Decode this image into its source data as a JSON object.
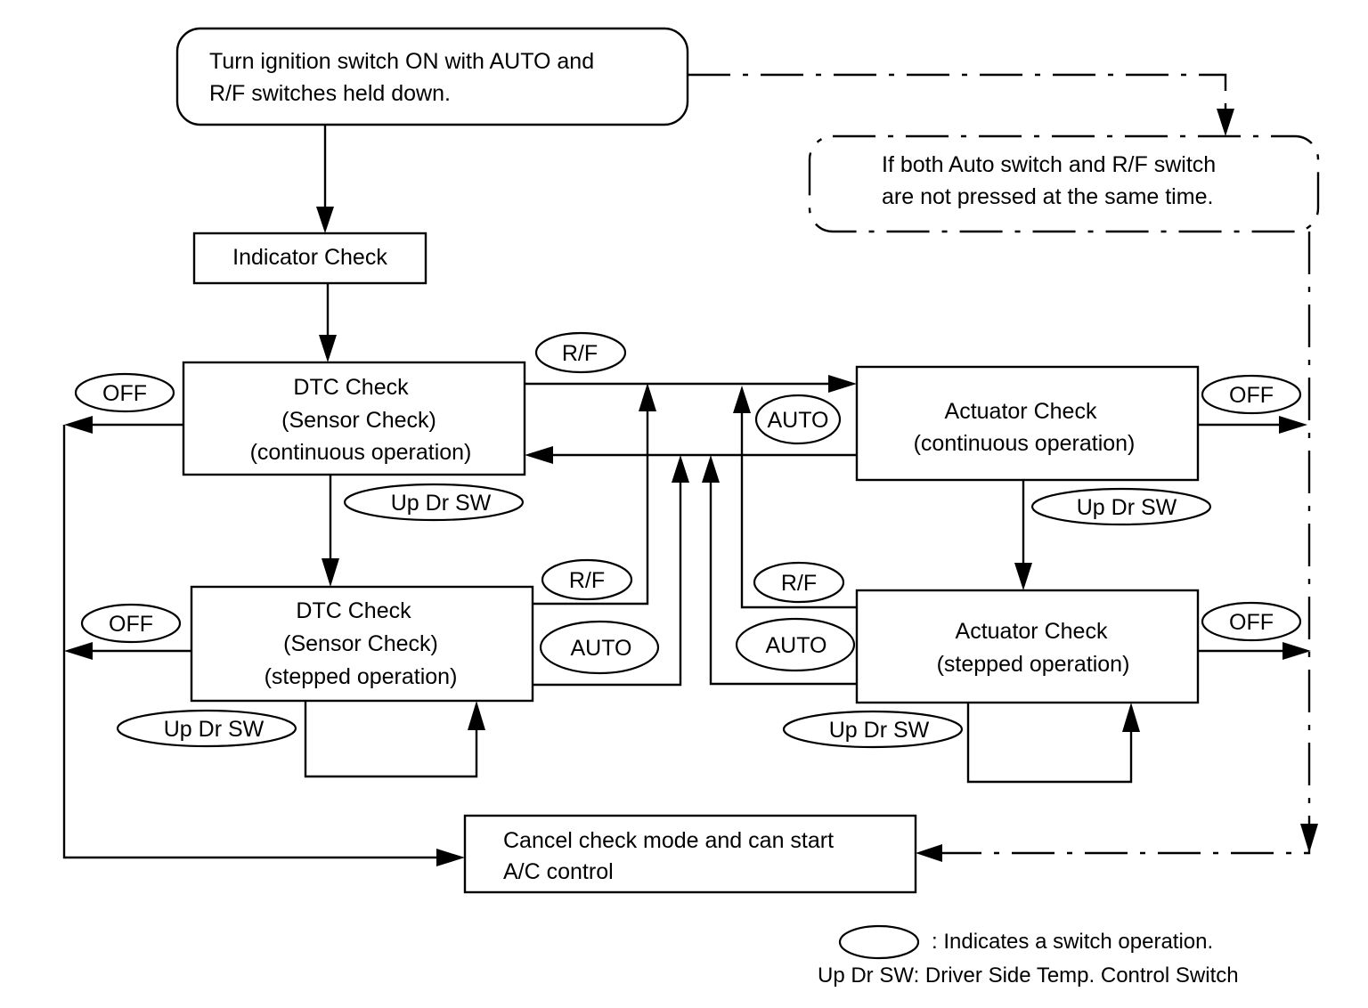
{
  "diagram": {
    "title_box": {
      "lines": [
        "Turn ignition switch ON with AUTO and",
        "R/F switches held down."
      ]
    },
    "alt_box": {
      "lines": [
        "If both Auto switch and R/F switch",
        "are not pressed at the same time."
      ]
    },
    "indicator_check": {
      "label": "Indicator Check"
    },
    "dtc_continuous": {
      "lines": [
        "DTC Check",
        "(Sensor Check)",
        "(continuous operation)"
      ]
    },
    "dtc_stepped": {
      "lines": [
        "DTC Check",
        "(Sensor Check)",
        "(stepped operation)"
      ]
    },
    "actuator_continuous": {
      "lines": [
        "Actuator Check",
        "(continuous operation)"
      ]
    },
    "actuator_stepped": {
      "lines": [
        "Actuator Check",
        "(stepped operation)"
      ]
    },
    "cancel_box": {
      "lines": [
        "Cancel check mode and can start",
        "A/C control"
      ]
    },
    "switches": {
      "off": "OFF",
      "rf": "R/F",
      "auto": "AUTO",
      "updrsw": "Up Dr SW"
    },
    "legend": {
      "oval_meaning": ": Indicates a switch operation.",
      "abbrev": "Up Dr SW: Driver Side Temp. Control Switch"
    }
  }
}
